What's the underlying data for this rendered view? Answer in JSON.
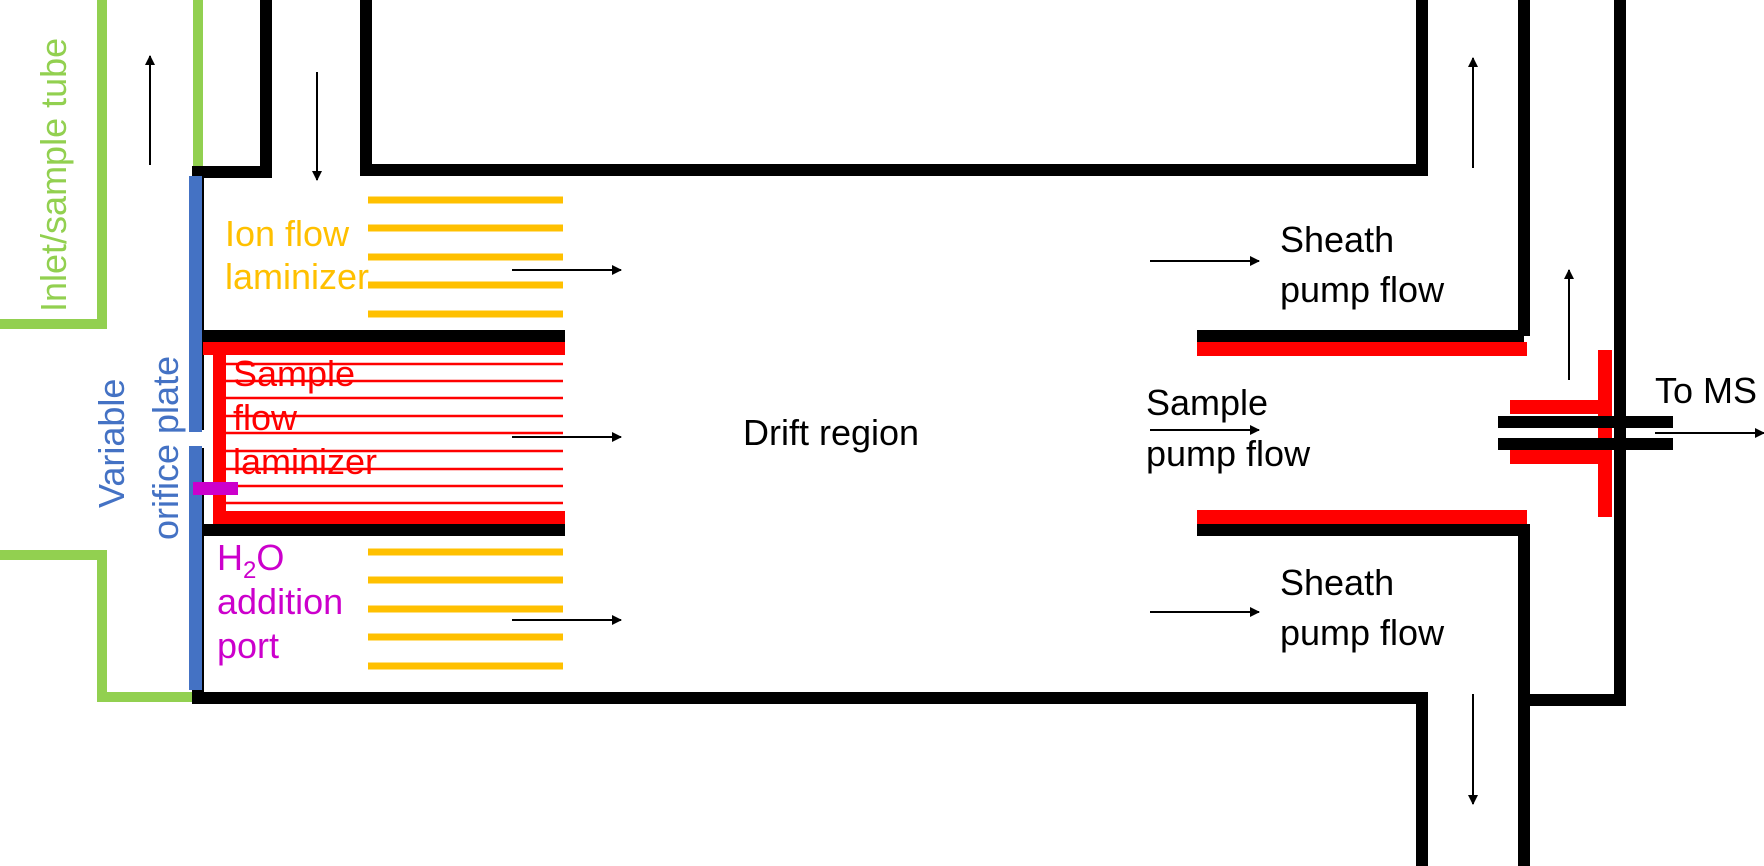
{
  "diagram": {
    "colors": {
      "wall": "#000000",
      "inlet": "#92d050",
      "orifice": "#4472c4",
      "ion_laminizer": "#ffc000",
      "sample_laminizer": "#ff0000",
      "h2o_port": "#cc00cc"
    },
    "labels": {
      "inlet_tube": "Inlet/sample tube",
      "orifice_line1": "Variable",
      "orifice_line2": "orifice plate",
      "ion_line1": "Ion flow",
      "ion_line2": "laminizer",
      "sample_line1": "Sample",
      "sample_line2": "flow",
      "sample_line3": "laminizer",
      "h2o_h": "H",
      "h2o_sub": "2",
      "h2o_o": "O",
      "h2o_line2": "addition",
      "h2o_line3": "port",
      "drift": "Drift region",
      "sheath_top_line1": "Sheath",
      "sheath_top_line2": "pump flow",
      "sample_pump_line1": "Sample",
      "sample_pump_line2": "pump flow",
      "sheath_bottom_line1": "Sheath",
      "sheath_bottom_line2": "pump flow",
      "to_ms": "To MS"
    }
  }
}
